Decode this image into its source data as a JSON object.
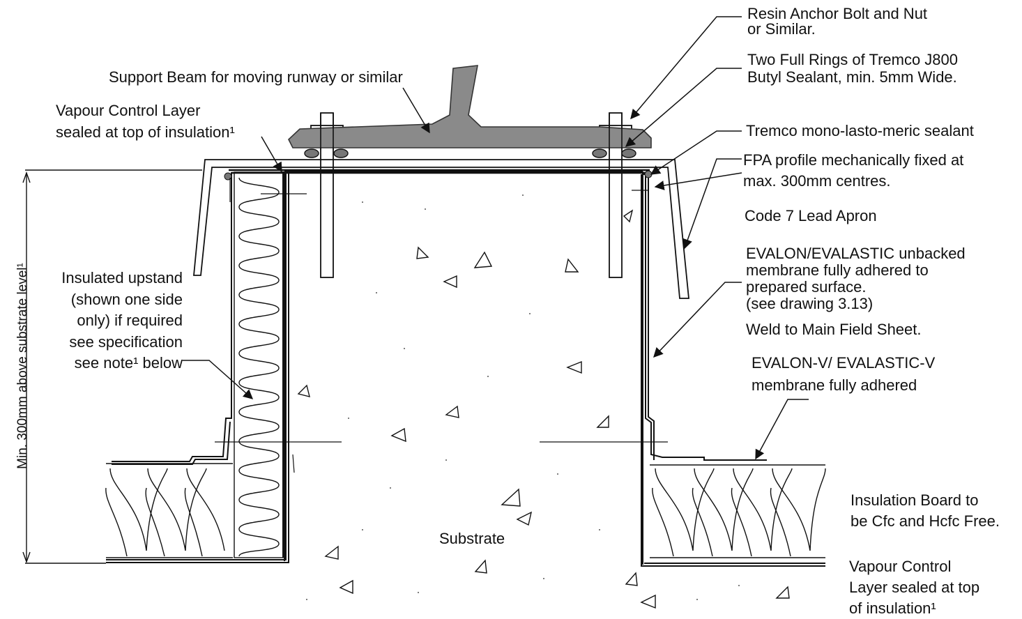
{
  "labels": {
    "resin_anchor": "Resin Anchor Bolt and Nut\nor Similar.",
    "butyl_rings": "Two Full Rings of Tremco J800\nButyl Sealant, min. 5mm Wide.",
    "support_beam": "Support Beam for moving runway or similar",
    "vcl_top": "Vapour Control Layer\nsealed at top of insulation¹",
    "mono_sealant": "Tremco mono-lasto-meric sealant",
    "fpa_profile": "FPA profile mechanically fixed at\nmax. 300mm centres.",
    "lead_apron": "Code 7 Lead Apron",
    "evalon_unbacked": "EVALON/EVALASTIC unbacked\nmembrane fully adhered to\nprepared surface.\n(see drawing 3.13)",
    "weld": "Weld to Main Field Sheet.",
    "evalon_v": "EVALON-V/ EVALASTIC-V\nmembrane fully adhered",
    "insulated_upstand": "Insulated upstand\n(shown one side\nonly) if required\nsee specification\nsee note¹ below",
    "insulation_board": "Insulation Board to\nbe Cfc and Hcfc Free.",
    "substrate": "Substrate",
    "vcl_bottom": "Vapour Control\nLayer sealed at top\nof insulation¹",
    "height_dim": "Min. 300mm above substrate level¹"
  },
  "colors": {
    "line": "#111111",
    "beam": "#8a8a8a",
    "beam_dark": "#555555",
    "sealant": "#777777"
  }
}
